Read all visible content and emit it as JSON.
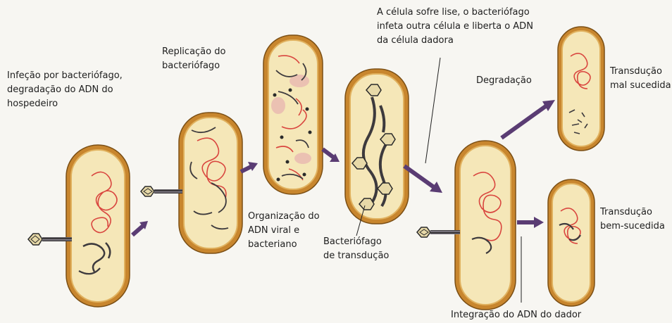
{
  "labels": {
    "infecao": [
      "Infeção por bacteriófago,",
      "degradação do ADN do",
      "hospedeiro"
    ],
    "replicacao": [
      "Replicação do",
      "bacteriófago"
    ],
    "organizacao": [
      "Organização do",
      "ADN viral e",
      "bacteriano"
    ],
    "bacteriofago_transducao": [
      "Bacteriófago",
      "de transdução"
    ],
    "lise": [
      "A célula sofre lise, o bacteriófago",
      "infeta outra célula e liberta o ADN",
      "da célula dadora"
    ],
    "degradacao": [
      "Degradação"
    ],
    "mal_sucedida": [
      "Transdução",
      "mal sucedida"
    ],
    "bem_sucedida": [
      "Transdução",
      "bem-sucedida"
    ],
    "integracao": [
      "Integração do ADN do dador"
    ]
  },
  "colors": {
    "background": "#f7f6f2",
    "cell_wall": "#c8862e",
    "cell_wall_inner": "#e0b15e",
    "cytoplasm": "#f5e7b8",
    "host_dna": "#d9463f",
    "viral_dna": "#3d3a3d",
    "arrow": "#5a3c73",
    "text": "#1e1e1e",
    "vesicle": "#e8b8b0"
  },
  "icons": [
    "bacteriophage-icon",
    "arrow-right-icon",
    "arrow-up-right-icon"
  ]
}
